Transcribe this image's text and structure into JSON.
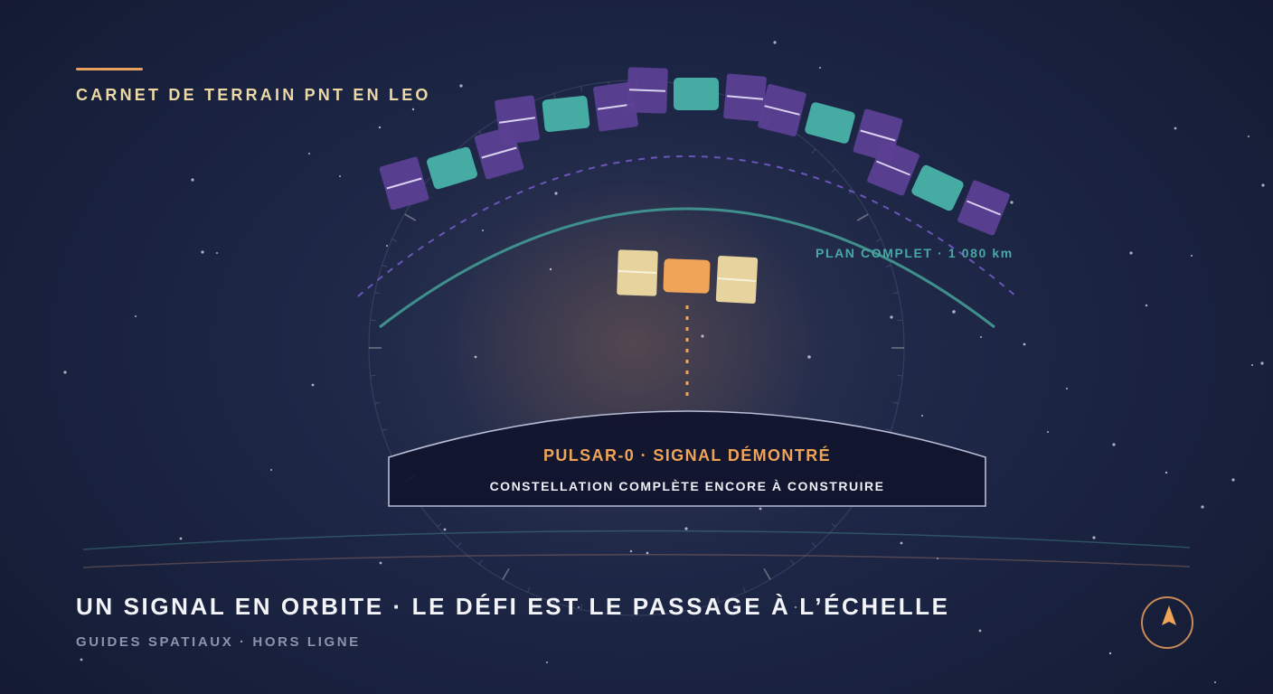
{
  "header": {
    "kicker": "CARNET DE TERRAIN PNT EN LEO"
  },
  "orbit": {
    "plan_label": "PLAN COMPLET · 1 080 km"
  },
  "card": {
    "title": "PULSAR-0 · SIGNAL DÉMONTRÉ",
    "subtitle": "CONSTELLATION COMPLÈTE ENCORE À CONSTRUIRE"
  },
  "footer": {
    "headline": "UN SIGNAL EN ORBITE · LE DÉFI EST LE PASSAGE À L’ÉCHELLE",
    "subline": "GUIDES SPATIAUX · HORS LIGNE"
  },
  "icons": {
    "compass": "compass-arrow-icon"
  },
  "colors": {
    "background": "#1a2340",
    "accent_orange": "#f0a458",
    "cream": "#ecd9a6",
    "teal": "#4aaea6",
    "purple": "#5b3f93"
  }
}
